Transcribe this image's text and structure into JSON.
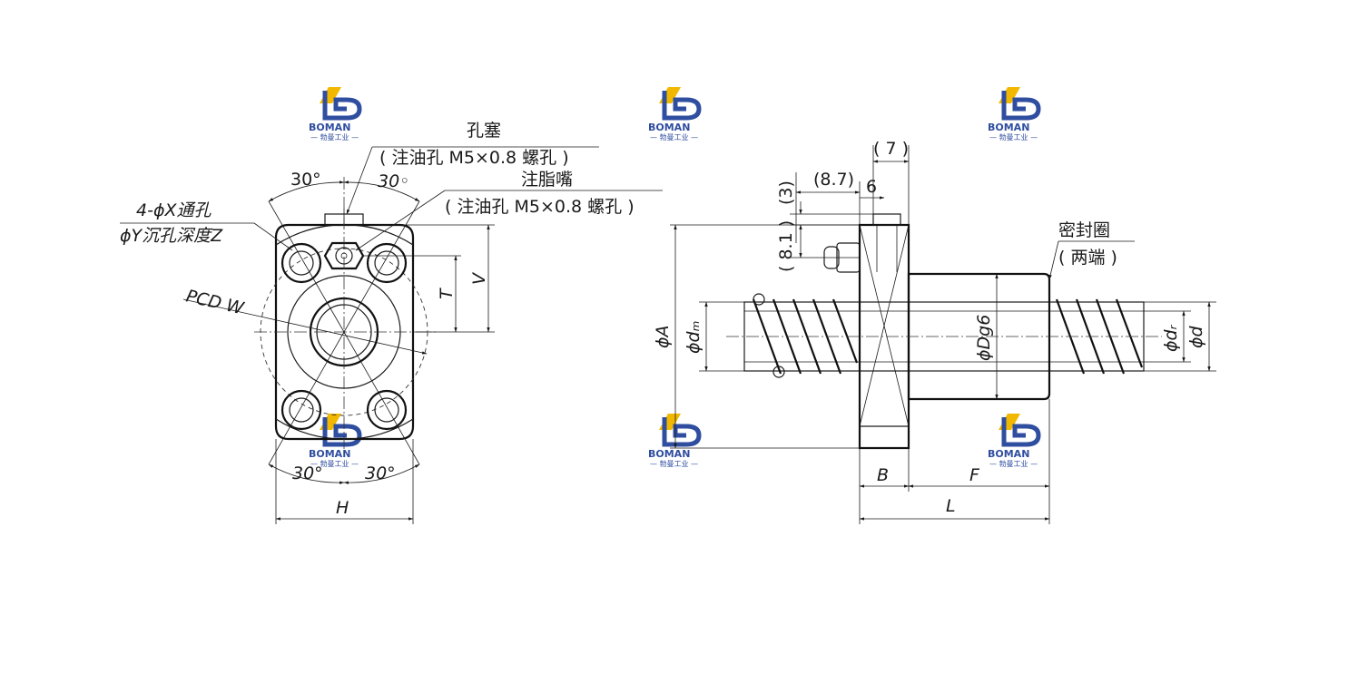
{
  "watermark": {
    "brand": "BOMAN",
    "subtitle": "— 勃曼工业 —",
    "colors": {
      "blue": "#2f4ea0",
      "yellow": "#f2b800"
    }
  },
  "front_view": {
    "angle_top_left": "30°",
    "angle_top_right": "30◦",
    "angle_bottom_left": "30°",
    "angle_bottom_right": "30°",
    "hole_note_line1": "4-ϕX通孔",
    "hole_note_line2": "ϕY沉孔深度Z",
    "pcd_label": "PCD  W",
    "plug_title": "孔塞",
    "plug_note": "( 注油孔 M5×0.8 螺孔 )",
    "grease_title": "注脂嘴",
    "grease_note": "( 注油孔 M5×0.8 螺孔 )",
    "dim_T": "T",
    "dim_V": "V",
    "dim_H": "H"
  },
  "side_view": {
    "dim_7": "( 7 )",
    "dim_8_7": "(8.7)",
    "dim_6": "6",
    "dim_3": "(3)",
    "dim_8_1": "( 8.1 )",
    "seal_title": "密封圈",
    "seal_note": "( 两端 )",
    "dim_A": "ϕA",
    "dim_dm": "ϕdₘ",
    "dim_Dg6": "ϕDg6",
    "dim_dr": "ϕdᵣ",
    "dim_d": "ϕd",
    "dim_B": "B",
    "dim_F": "F",
    "dim_L": "L"
  }
}
